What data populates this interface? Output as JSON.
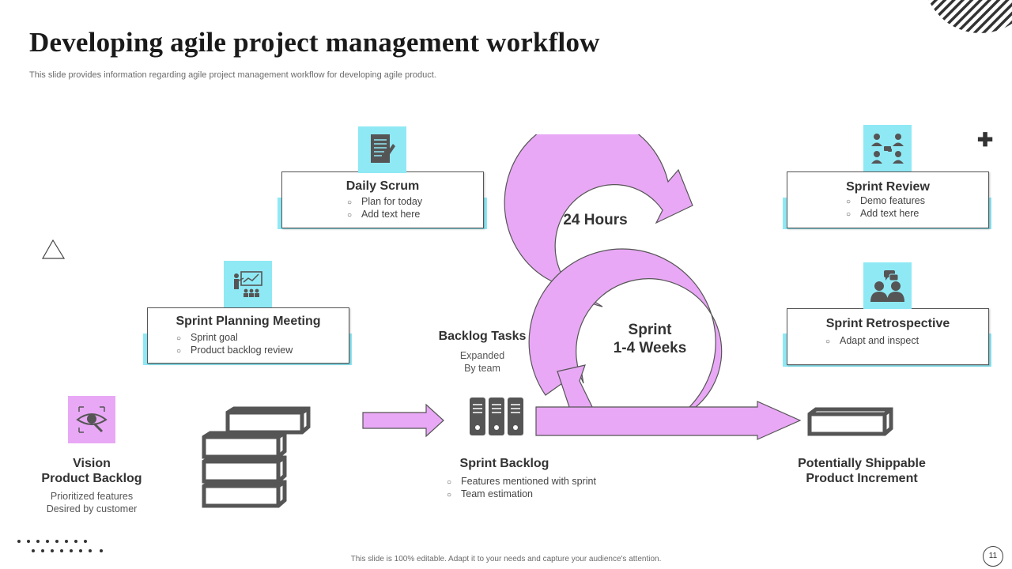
{
  "slide": {
    "title": "Developing agile project management workflow",
    "subtitle": "This slide provides information regarding agile project management workflow for developing agile product.",
    "footer": "This slide is 100% editable. Adapt it to your needs and capture your audience's attention.",
    "page_number": "11"
  },
  "colors": {
    "accent_cyan": "#8fe9f5",
    "accent_purple": "#e8a8f5",
    "dark_gray": "#555555"
  },
  "daily_scrum": {
    "title": "Daily Scrum",
    "bullets": [
      "Plan for today",
      "Add text here"
    ],
    "icon": "document-pen-icon"
  },
  "sprint_planning": {
    "title": "Sprint Planning Meeting",
    "bullets": [
      "Sprint goal",
      "Product backlog review"
    ],
    "icon": "presentation-icon"
  },
  "sprint_review": {
    "title": "Sprint Review",
    "bullets": [
      "Demo features",
      "Add text here"
    ],
    "icon": "team-meeting-icon"
  },
  "sprint_retro": {
    "title": "Sprint Retrospective",
    "bullets": [
      "Adapt and inspect"
    ],
    "icon": "discussion-icon"
  },
  "cycle": {
    "daily_label": "24 Hours",
    "sprint_label_line1": "Sprint",
    "sprint_label_line2": "1-4 Weeks"
  },
  "vision": {
    "title_line1": "Vision",
    "title_line2": "Product Backlog",
    "desc_line1": "Prioritized features",
    "desc_line2": "Desired by customer",
    "icon": "eye-search-icon"
  },
  "backlog_tasks": {
    "title": "Backlog Tasks",
    "desc_line1": "Expanded",
    "desc_line2": "By team",
    "icon": "server-rack-icon"
  },
  "sprint_backlog": {
    "title": "Sprint Backlog",
    "bullets": [
      "Features mentioned with sprint",
      "Team estimation"
    ]
  },
  "increment": {
    "title_line1": "Potentially Shippable",
    "title_line2": "Product Increment"
  }
}
